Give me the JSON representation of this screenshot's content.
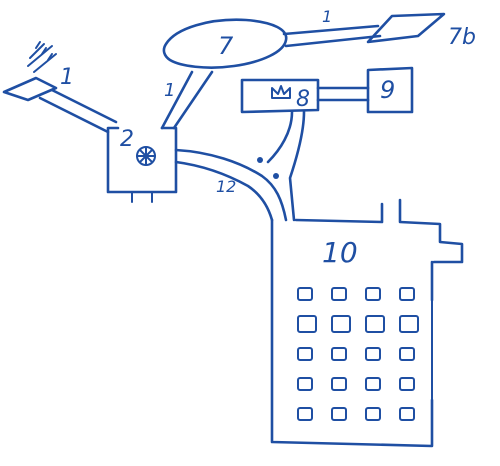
{
  "rooms": {
    "r1": "1",
    "r2": "2",
    "r7": "7",
    "r7b": "7b",
    "r8": "8",
    "r9": "9",
    "r10": "10"
  },
  "paths": {
    "p_top": "1",
    "p_left": "1",
    "p_bottom": "12"
  },
  "windows_grid": {
    "rows": 5,
    "cols": 4
  },
  "ink_color": "#1f4fa3"
}
